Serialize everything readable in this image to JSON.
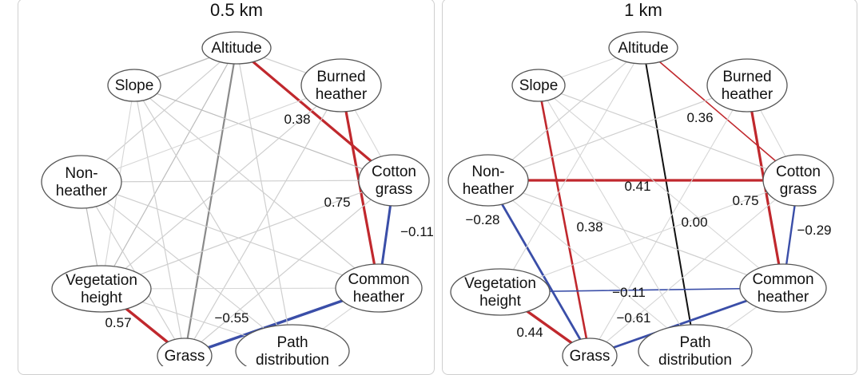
{
  "panels": [
    {
      "title": "0.5 km",
      "nodes": [
        {
          "id": "altitude",
          "lines": [
            "Altitude"
          ]
        },
        {
          "id": "slope",
          "lines": [
            "Slope"
          ]
        },
        {
          "id": "burned",
          "lines": [
            "Burned",
            "heather"
          ]
        },
        {
          "id": "nonheather",
          "lines": [
            "Non-",
            "heather"
          ]
        },
        {
          "id": "cotton",
          "lines": [
            "Cotton",
            "grass"
          ]
        },
        {
          "id": "vegheight",
          "lines": [
            "Vegetation",
            "height"
          ]
        },
        {
          "id": "common",
          "lines": [
            "Common",
            "heather"
          ]
        },
        {
          "id": "grass",
          "lines": [
            "Grass"
          ]
        },
        {
          "id": "path",
          "lines": [
            "Path",
            "distribution"
          ]
        }
      ],
      "edges": [
        {
          "from": "altitude",
          "to": "cotton",
          "color": "#c0282d",
          "weight": 3.2
        },
        {
          "from": "burned",
          "to": "common",
          "color": "#c0282d",
          "weight": 3.2
        },
        {
          "from": "cotton",
          "to": "common",
          "color": "#3a4ea8",
          "weight": 3
        },
        {
          "from": "vegheight",
          "to": "grass",
          "color": "#c0282d",
          "weight": 3.4
        },
        {
          "from": "grass",
          "to": "common",
          "color": "#3a4ea8",
          "weight": 3.4
        },
        {
          "from": "altitude",
          "to": "grass",
          "color": "#8a8a8a",
          "weight": 2.2
        },
        {
          "from": "altitude",
          "to": "slope",
          "color": "#bdbdbd",
          "weight": 1.4
        },
        {
          "from": "altitude",
          "to": "nonheather",
          "color": "#cfcfcf",
          "weight": 1.2
        },
        {
          "from": "altitude",
          "to": "vegheight",
          "color": "#bdbdbd",
          "weight": 1.2
        },
        {
          "from": "altitude",
          "to": "path",
          "color": "#cfcfcf",
          "weight": 1.2
        },
        {
          "from": "altitude",
          "to": "burned",
          "color": "#cfcfcf",
          "weight": 1.2
        },
        {
          "from": "slope",
          "to": "cotton",
          "color": "#bdbdbd",
          "weight": 1.2
        },
        {
          "from": "slope",
          "to": "common",
          "color": "#cfcfcf",
          "weight": 1.2
        },
        {
          "from": "slope",
          "to": "grass",
          "color": "#cfcfcf",
          "weight": 1.2
        },
        {
          "from": "slope",
          "to": "path",
          "color": "#cfcfcf",
          "weight": 1.2
        },
        {
          "from": "slope",
          "to": "vegheight",
          "color": "#d6d6d6",
          "weight": 1.1
        },
        {
          "from": "nonheather",
          "to": "cotton",
          "color": "#cfcfcf",
          "weight": 1.2
        },
        {
          "from": "nonheather",
          "to": "common",
          "color": "#cfcfcf",
          "weight": 1.2
        },
        {
          "from": "nonheather",
          "to": "vegheight",
          "color": "#bdbdbd",
          "weight": 1.2
        },
        {
          "from": "nonheather",
          "to": "grass",
          "color": "#cfcfcf",
          "weight": 1.2
        },
        {
          "from": "nonheather",
          "to": "burned",
          "color": "#d6d6d6",
          "weight": 1.1
        },
        {
          "from": "nonheather",
          "to": "path",
          "color": "#cfcfcf",
          "weight": 1.1
        },
        {
          "from": "burned",
          "to": "vegheight",
          "color": "#cfcfcf",
          "weight": 1.2
        },
        {
          "from": "burned",
          "to": "grass",
          "color": "#cfcfcf",
          "weight": 1.2
        },
        {
          "from": "burned",
          "to": "cotton",
          "color": "#d6d6d6",
          "weight": 1.1
        },
        {
          "from": "vegheight",
          "to": "cotton",
          "color": "#cfcfcf",
          "weight": 1.2
        },
        {
          "from": "vegheight",
          "to": "common",
          "color": "#d6d6d6",
          "weight": 1.1
        },
        {
          "from": "vegheight",
          "to": "path",
          "color": "#cfcfcf",
          "weight": 1.1
        },
        {
          "from": "cotton",
          "to": "grass",
          "color": "#cfcfcf",
          "weight": 1.2
        },
        {
          "from": "common",
          "to": "path",
          "color": "#d6d6d6",
          "weight": 1.1
        }
      ],
      "edge_labels": [
        "0.38",
        "0.75",
        "−0.11",
        "0.57",
        "−0.55"
      ]
    },
    {
      "title": "1 km",
      "nodes": [
        {
          "id": "altitude",
          "lines": [
            "Altitude"
          ]
        },
        {
          "id": "slope",
          "lines": [
            "Slope"
          ]
        },
        {
          "id": "burned",
          "lines": [
            "Burned",
            "heather"
          ]
        },
        {
          "id": "nonheather",
          "lines": [
            "Non-",
            "heather"
          ]
        },
        {
          "id": "cotton",
          "lines": [
            "Cotton",
            "grass"
          ]
        },
        {
          "id": "vegheight",
          "lines": [
            "Vegetation",
            "height"
          ]
        },
        {
          "id": "common",
          "lines": [
            "Common",
            "heather"
          ]
        },
        {
          "id": "grass",
          "lines": [
            "Grass"
          ]
        },
        {
          "id": "path",
          "lines": [
            "Path",
            "distribution"
          ]
        }
      ],
      "edges": [
        {
          "from": "altitude",
          "to": "cotton",
          "color": "#c0282d",
          "weight": 1.6
        },
        {
          "from": "altitude",
          "to": "path",
          "color": "#111111",
          "weight": 2
        },
        {
          "from": "nonheather",
          "to": "cotton",
          "color": "#c0282d",
          "weight": 3.2
        },
        {
          "from": "burned",
          "to": "common",
          "color": "#c0282d",
          "weight": 3.2
        },
        {
          "from": "cotton",
          "to": "common",
          "color": "#3a4ea8",
          "weight": 2.4
        },
        {
          "from": "nonheather",
          "to": "grass",
          "color": "#3a4ea8",
          "weight": 2.8
        },
        {
          "from": "slope",
          "to": "grass",
          "color": "#c0282d",
          "weight": 2.6
        },
        {
          "from": "vegheight",
          "to": "common",
          "color": "#3a4ea8",
          "weight": 1.6
        },
        {
          "from": "vegheight",
          "to": "grass",
          "color": "#c0282d",
          "weight": 3.4
        },
        {
          "from": "grass",
          "to": "common",
          "color": "#3a4ea8",
          "weight": 2.8
        },
        {
          "from": "altitude",
          "to": "nonheather",
          "color": "#cfcfcf",
          "weight": 1.2
        },
        {
          "from": "altitude",
          "to": "vegheight",
          "color": "#d6d6d6",
          "weight": 1.1
        },
        {
          "from": "altitude",
          "to": "slope",
          "color": "#d6d6d6",
          "weight": 1.1
        },
        {
          "from": "slope",
          "to": "cotton",
          "color": "#cfcfcf",
          "weight": 1.2
        },
        {
          "from": "slope",
          "to": "common",
          "color": "#d6d6d6",
          "weight": 1.1
        },
        {
          "from": "slope",
          "to": "path",
          "color": "#d6d6d6",
          "weight": 1.1
        },
        {
          "from": "burned",
          "to": "nonheather",
          "color": "#cfcfcf",
          "weight": 1.2
        },
        {
          "from": "burned",
          "to": "grass",
          "color": "#d6d6d6",
          "weight": 1.1
        },
        {
          "from": "burned",
          "to": "cotton",
          "color": "#d6d6d6",
          "weight": 1.1
        },
        {
          "from": "nonheather",
          "to": "common",
          "color": "#cfcfcf",
          "weight": 1.2
        },
        {
          "from": "nonheather",
          "to": "path",
          "color": "#d6d6d6",
          "weight": 1.1
        },
        {
          "from": "vegheight",
          "to": "cotton",
          "color": "#d6d6d6",
          "weight": 1.1
        },
        {
          "from": "cotton",
          "to": "grass",
          "color": "#d6d6d6",
          "weight": 1.1
        },
        {
          "from": "common",
          "to": "path",
          "color": "#d6d6d6",
          "weight": 1.1
        }
      ],
      "edge_labels": [
        "0.36",
        "0.41",
        "0.75",
        "−0.28",
        "0.38",
        "0.00",
        "−0.29",
        "−0.11",
        "−0.61",
        "0.44"
      ]
    }
  ]
}
